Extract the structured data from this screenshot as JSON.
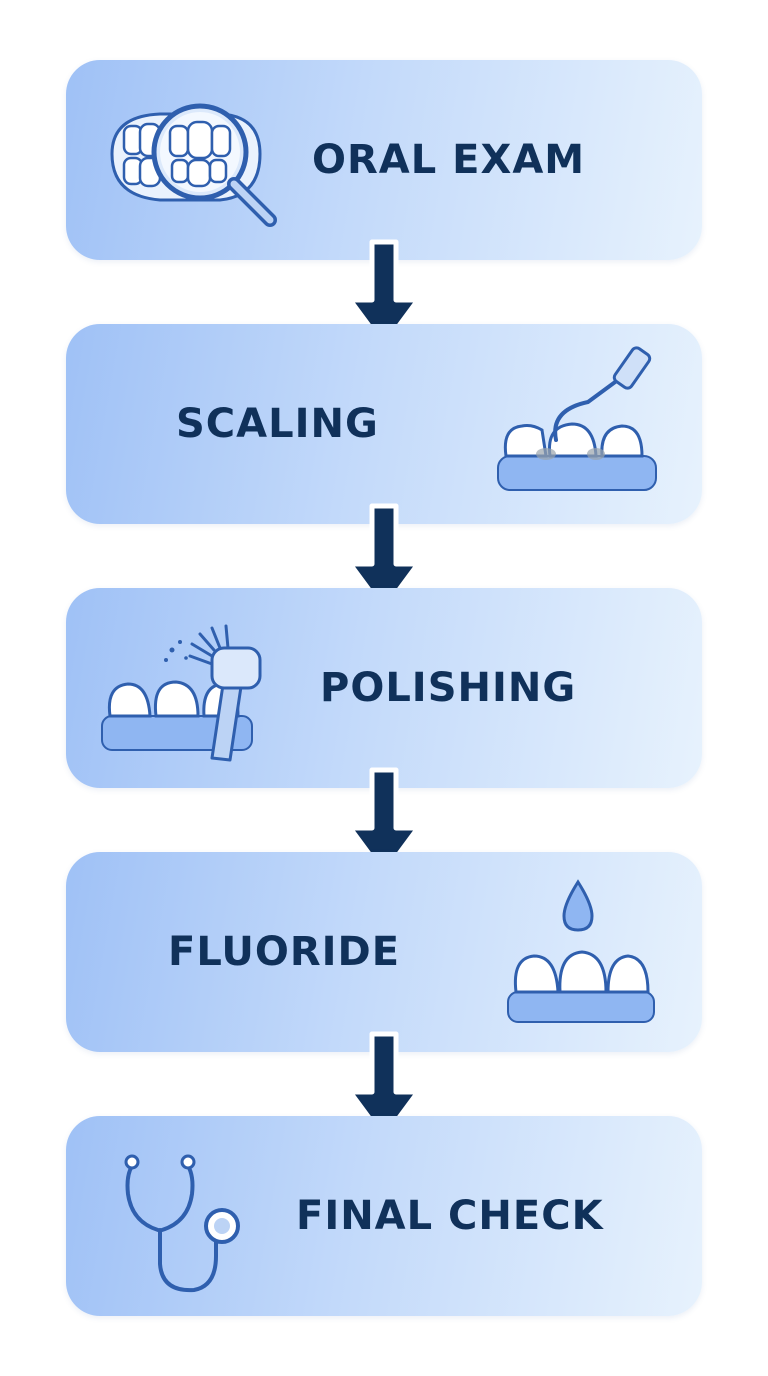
{
  "steps": [
    {
      "label": "ORAL EXAM",
      "icon": "magnifier-teeth-icon"
    },
    {
      "label": "SCALING",
      "icon": "dental-scaler-icon"
    },
    {
      "label": "POLISHING",
      "icon": "polishing-brush-icon"
    },
    {
      "label": "FLUORIDE",
      "icon": "fluoride-drop-icon"
    },
    {
      "label": "FINAL CHECK",
      "icon": "stethoscope-icon"
    }
  ],
  "colors": {
    "text": "#10315a",
    "arrow": "#10315a",
    "box_light": "#e7f2fd",
    "box_dark": "#9fc1f6",
    "icon_stroke": "#2f5fae"
  }
}
